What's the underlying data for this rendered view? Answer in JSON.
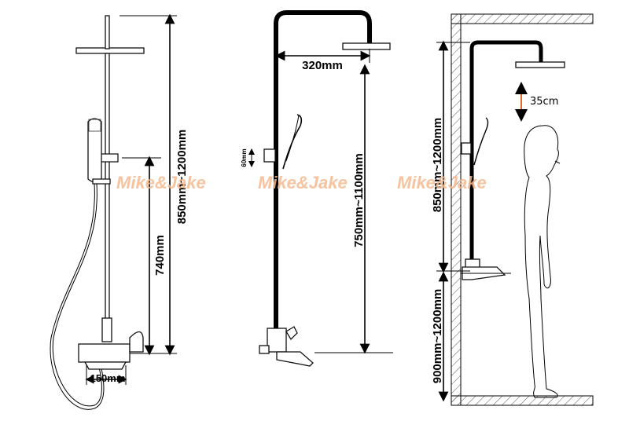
{
  "diagram1": {
    "total_height": "850mm~1200mm",
    "lower_height": "740mm",
    "spout_width": "150mm"
  },
  "diagram2": {
    "arm_length": "320mm",
    "total_height": "750mm~1100mm",
    "holder_gap": "60mm"
  },
  "diagram3": {
    "upper_height": "850mm~1200mm",
    "lower_height": "900mm~1200mm",
    "head_clearance": "35cm"
  },
  "watermark": {
    "text_1": "Mike&Jake",
    "text_2": "Mike&Jake",
    "text_3": "Mike&Jake",
    "color": "#f6b98e"
  },
  "colors": {
    "line": "#000000",
    "arrow_accent": "#e06a2a"
  }
}
